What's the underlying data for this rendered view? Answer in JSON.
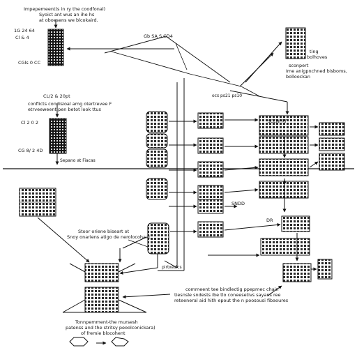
{
  "texts": {
    "top_caption_1": "Impepemeent(s in ry the coodfonal)",
    "top_caption_2": "Syoict ant wus an ihe hs",
    "top_caption_3": "at oboesens we blcokaird.",
    "label_top_left_1": "1G 24 64",
    "label_top_left_2": "Cl & 4",
    "label_left_1": "CGls 0 CC",
    "label_mid_left_1": "CL/2 & 20pt",
    "conflicts_1": "conflicts condisioal amg otertrevee F",
    "conflicts_2": "etrveeweent pen betot look ttus",
    "label_left_2": "Cl 2 0 2",
    "label_left_3": "CG 8/ 2 4D",
    "sep_label": "Sepano at Fiacas",
    "label_top_mid": "Gb SA S CD4",
    "label_right_1": "ting",
    "label_right_2": "bolhoves",
    "right_caption_1": "sconpert",
    "right_caption_2": "Ime anigpnchned bisboms,",
    "right_caption_3": "bolloockan",
    "label_center_top": "ocs ps21 ps10",
    "label_scenprt": "SCENPRT",
    "label_center_mid": "SNDD",
    "label_dr": "DR",
    "left_caption_1": "Stoor oriene biseart ot",
    "left_caption_2": "Snoy onariens atigo de nerolocohaat",
    "small_label": "pirtxeslcs",
    "bottom_caption_1": "commeent tee bindlectig ppepmec chain",
    "bottom_caption_2": "tiesnsle sndests ibe tlo coneesetivs sayans ree",
    "bottom_caption_3": "reteeneral aid hith epout the n poosousi fibaoures",
    "lower_left_1": "Tonnpemment-the mursesh",
    "lower_left_2": "patenss and the stritsy peoolconickara)",
    "lower_left_3": "of fremie blocohent"
  }
}
